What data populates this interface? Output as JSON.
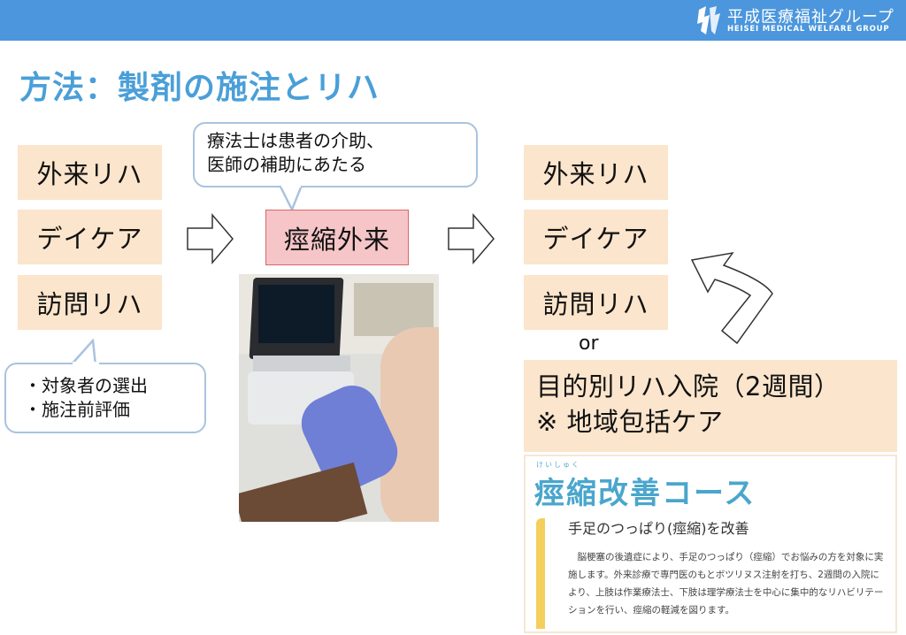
{
  "header": {
    "logo_jp": "平成医療福祉グループ",
    "logo_en": "HEISEI MEDICAL WELFARE GROUP"
  },
  "title": "方法：製剤の施注とリハ",
  "left_boxes": [
    "外来リハ",
    "デイケア",
    "訪問リハ"
  ],
  "left_bubble": [
    "・対象者の選出",
    "・施注前評価"
  ],
  "top_bubble": [
    "療法士は患者の介助、",
    "医師の補助にあたる"
  ],
  "center_box": "痙縮外来",
  "right_boxes": [
    "外来リハ",
    "デイケア",
    "訪問リハ"
  ],
  "or_label": "or",
  "big_box": [
    "目的別リハ入院（2週間）",
    "※ 地域包括ケア"
  ],
  "inset": {
    "ruby": "けいしゅく",
    "title": "痙縮改善コース",
    "subtitle": "手足のつっぱり(痙縮)を改善",
    "body": "脳梗塞の後遺症により、手足のつっぱり（痙縮）でお悩みの方を対象に実施します。外来診療で専門医のもとボツリヌス注射を打ち、2週間の入院により、上肢は作業療法士、下肢は理学療法士を中心に集中的なリハビリテーションを行い、痙縮の軽減を図ります。"
  },
  "colors": {
    "header": "#4b96dc",
    "title": "#4a9fd8",
    "box": "#fbe5cc",
    "red_box": "#f6c5c7"
  }
}
